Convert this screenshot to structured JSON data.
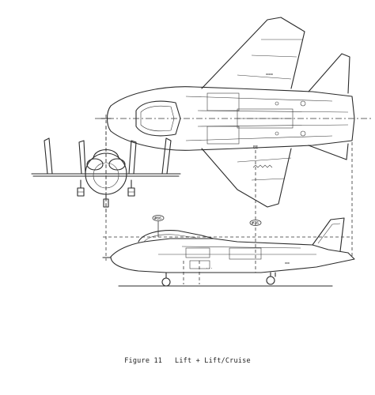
{
  "figure": {
    "caption_number": "Figure 11",
    "caption_title": "Lift + Lift/Cruise",
    "station_labels": [
      "#86",
      "#76"
    ]
  }
}
